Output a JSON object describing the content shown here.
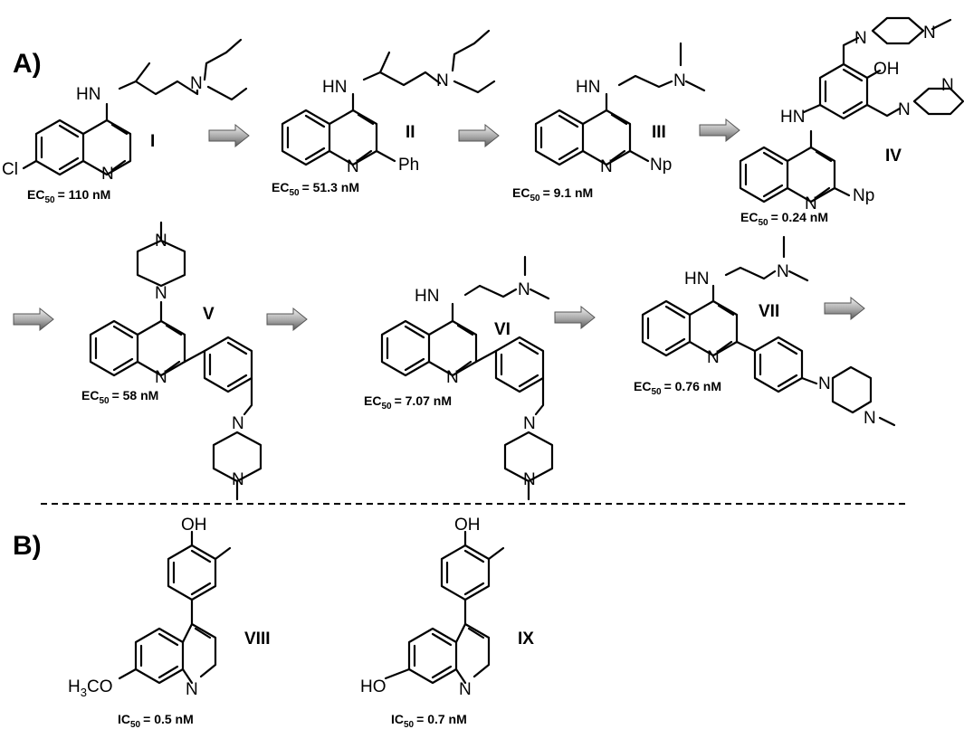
{
  "panels": {
    "a": "A)",
    "b": "B)"
  },
  "compounds": [
    {
      "id": "I",
      "metric": "EC",
      "subscript": "50",
      "value": "= 110 nM"
    },
    {
      "id": "II",
      "metric": "EC",
      "subscript": "50",
      "value": "= 51.3 nM"
    },
    {
      "id": "III",
      "metric": "EC",
      "subscript": "50",
      "value": "= 9.1 nM"
    },
    {
      "id": "IV",
      "metric": "EC",
      "subscript": "50",
      "value": "= 0.24 nM"
    },
    {
      "id": "V",
      "metric": "EC",
      "subscript": "50",
      "value": "= 58 nM"
    },
    {
      "id": "VI",
      "metric": "EC",
      "subscript": "50",
      "value": "= 7.07 nM"
    },
    {
      "id": "VII",
      "metric": "EC",
      "subscript": "50",
      "value": "= 0.76 nM"
    },
    {
      "id": "VIII",
      "metric": "IC",
      "subscript": "50",
      "value": "= 0.5 nM"
    },
    {
      "id": "IX",
      "metric": "IC",
      "subscript": "50",
      "value": "= 0.7 nM"
    }
  ],
  "atoms": {
    "N": "N",
    "HN": "HN",
    "OH": "OH",
    "HO": "HO",
    "Cl": "Cl",
    "Ph": "Ph",
    "Np": "Np",
    "H3CO_a": "H",
    "H3CO_b": "3",
    "H3CO_c": "CO"
  }
}
